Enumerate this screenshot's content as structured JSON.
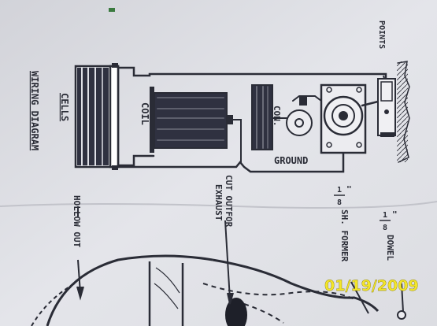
{
  "labels": {
    "wiring_diagram": "WIRING DIAGRAM",
    "cells": "CELLS",
    "coil": "COIL",
    "con": "CON.",
    "ground": "GROUND",
    "points": "POINTS",
    "cut_out": "CUT OUTFOR",
    "exhaust": "EXHAUST",
    "hollow_out": "HOLLOW OUT",
    "sh_former_num": "1",
    "sh_former_den": "8",
    "sh_former_tick": "\"",
    "sh_former": "SH. FORMER",
    "dowel_num": "1",
    "dowel_den": "8",
    "dowel_tick": "\"",
    "dowel": "DOWEL"
  },
  "date_stamp": "01/19/2009",
  "colors": {
    "paper": "#e3e3e8",
    "ink": "#2a2c36",
    "stamp": "#f3e628"
  }
}
